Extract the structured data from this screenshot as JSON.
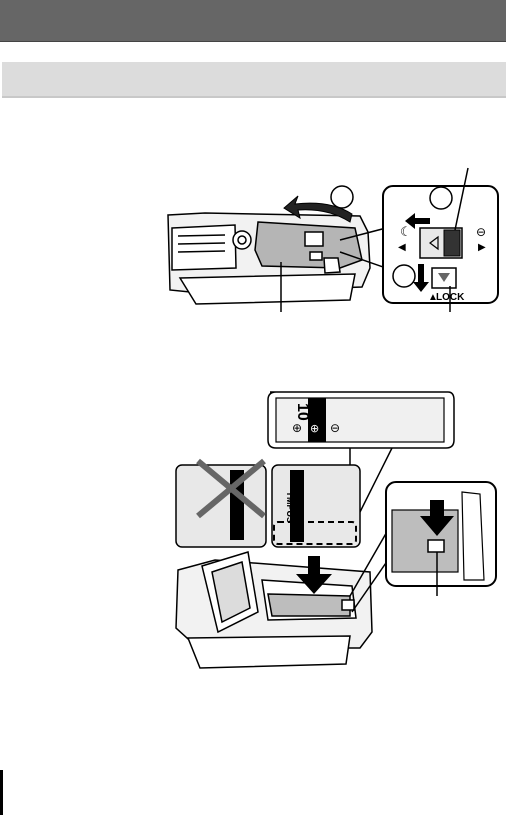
{
  "header": {
    "text": ""
  },
  "section": {
    "text": ""
  },
  "figure1": {
    "step_numbers": [
      "",
      ""
    ],
    "lock_label": "LOCK"
  },
  "figure2": {
    "callout_text_1": "10",
    "callout_text_2": "YMPUS"
  }
}
